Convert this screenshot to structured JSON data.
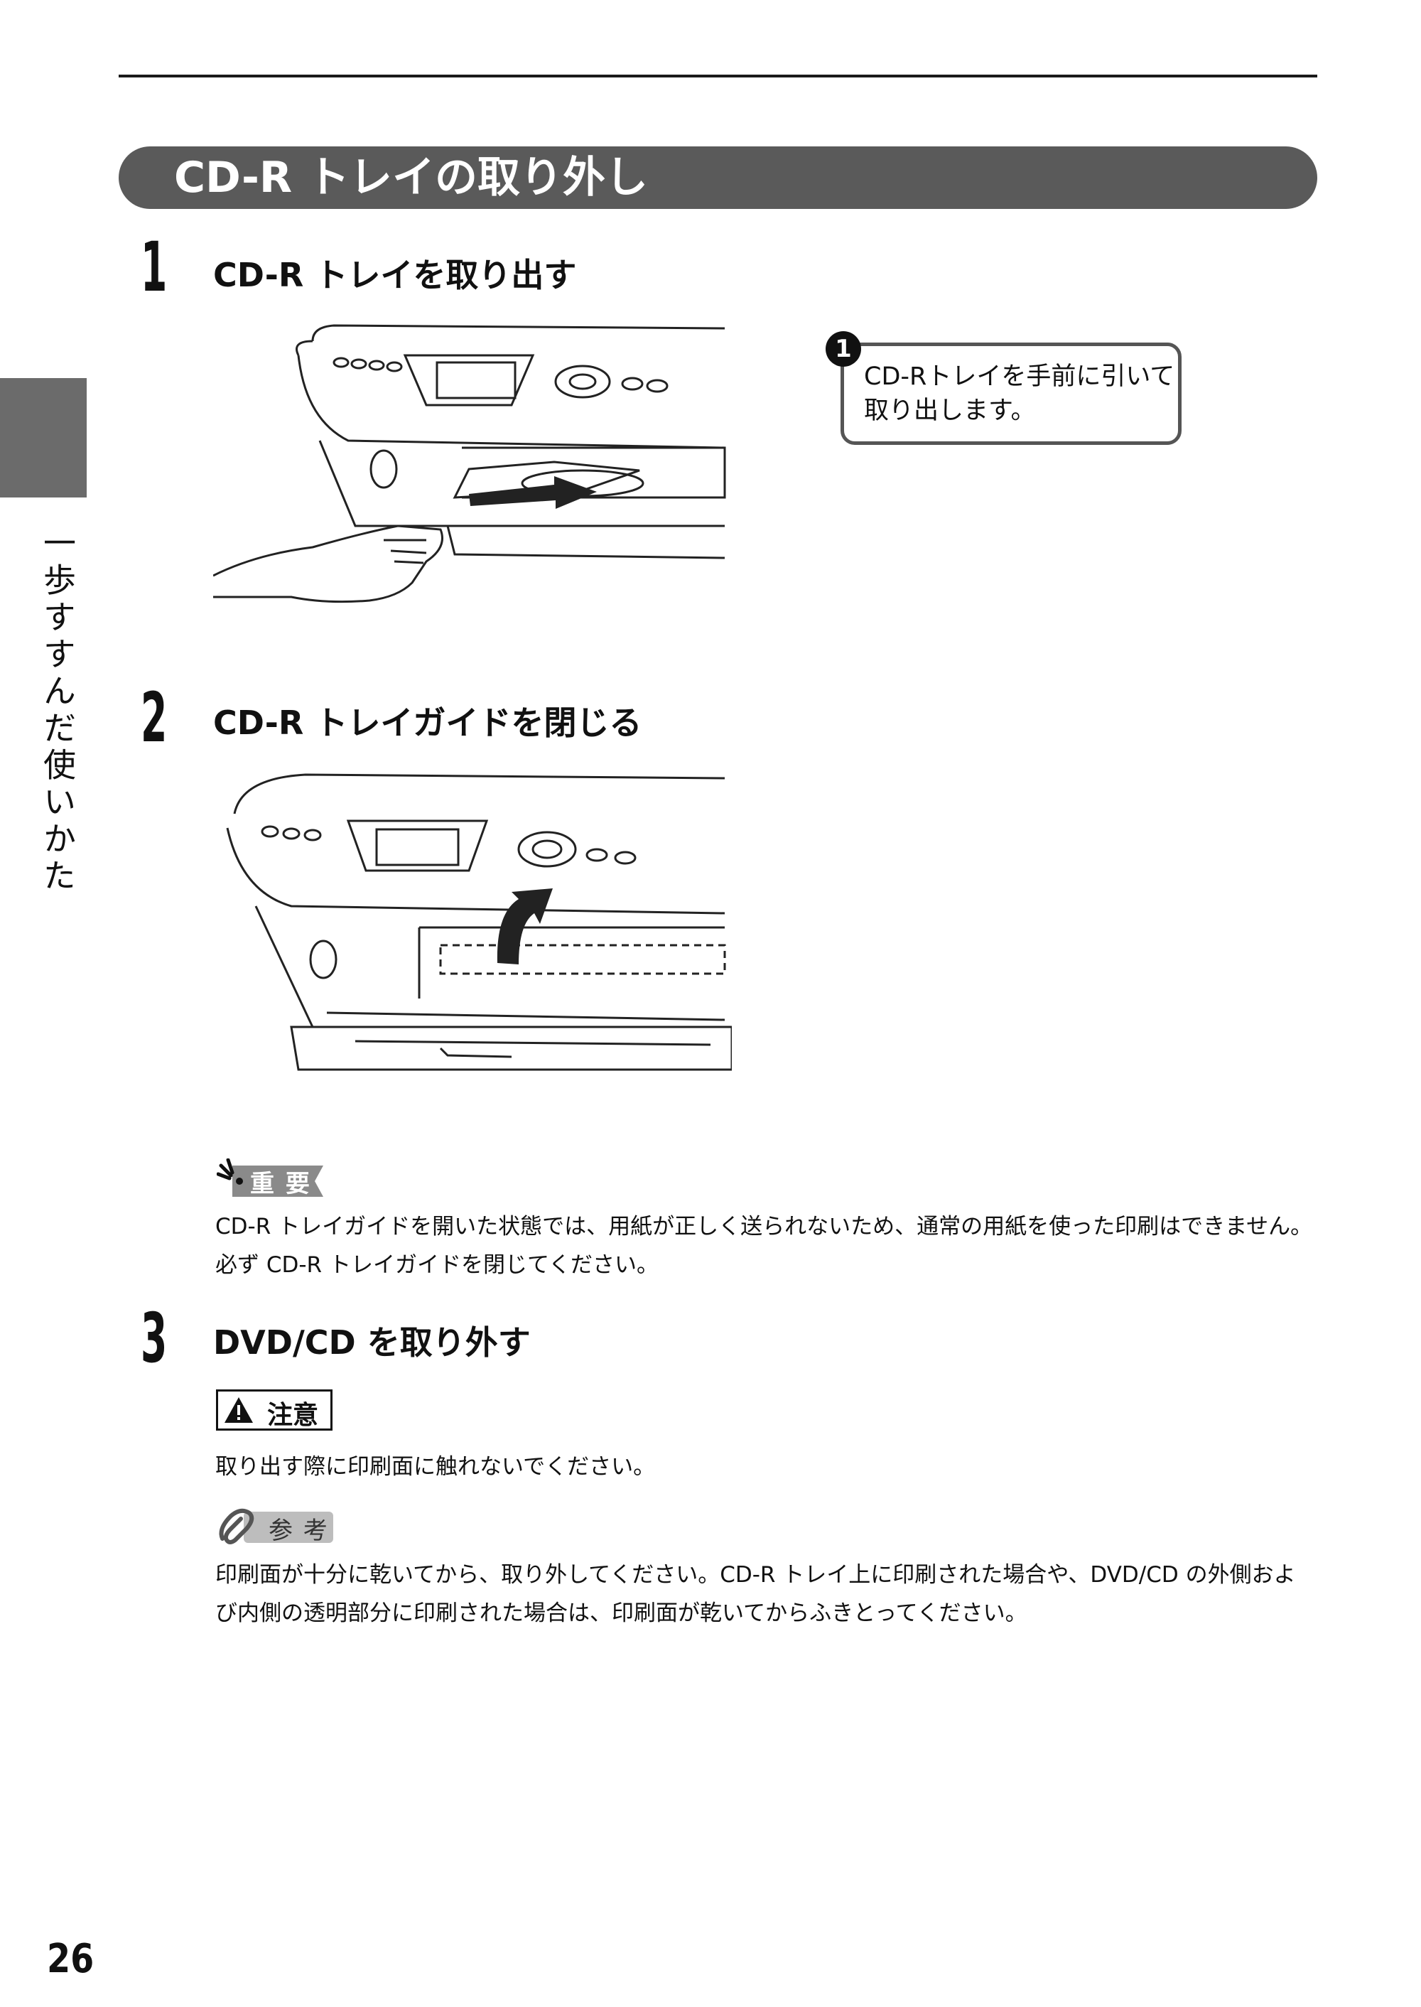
{
  "side_label": "一歩すすんだ使いかた",
  "section_title": "CD-R トレイの取り外し",
  "steps": [
    {
      "num": "1",
      "title": "CD-R トレイを取り出す"
    },
    {
      "num": "2",
      "title": "CD-R トレイガイドを閉じる"
    },
    {
      "num": "3",
      "title": "DVD/CD を取り外す"
    }
  ],
  "callout": {
    "num": "1",
    "text": "CD-Rトレイを手前に引いて取り出します。"
  },
  "important": {
    "label": "重 要",
    "lines": [
      "CD-R トレイガイドを開いた状態では、用紙が正しく送られないため、通常の用紙を使った印刷はできません。",
      "必ず CD-R トレイガイドを閉じてください。"
    ]
  },
  "caution": {
    "label": "注意",
    "text": "取り出す際に印刷面に触れないでください。"
  },
  "reference": {
    "label": "参 考",
    "lines": [
      "印刷面が十分に乾いてから、取り外してください。CD-R トレイ上に印刷された場合や、DVD/CD の外側およ",
      "び内側の透明部分に印刷された場合は、印刷面が乾いてからふきとってください。"
    ]
  },
  "page_number": "26"
}
